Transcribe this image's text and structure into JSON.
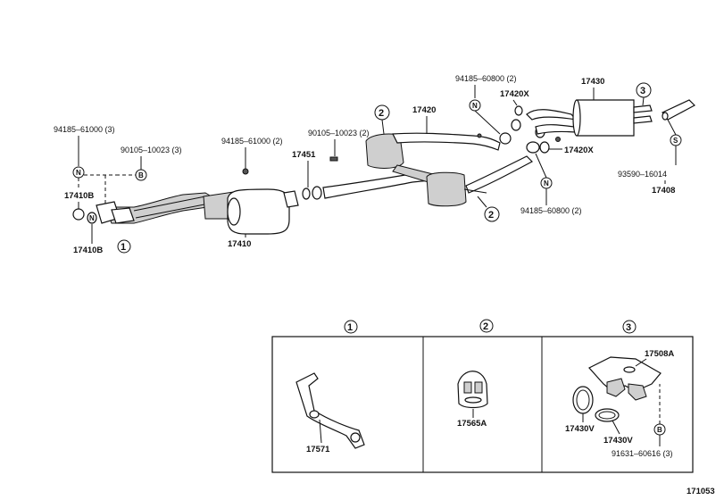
{
  "labels": {
    "p94185_61000_3": "94185–61000 (3)",
    "p90105_10023_3": "90105–10023 (3)",
    "p94185_61000_2": "94185–61000 (2)",
    "p90105_10023_2": "90105–10023 (2)",
    "p17410B_a": "17410B",
    "p17410B_b": "17410B",
    "p17410": "17410",
    "p17451": "17451",
    "p17420": "17420",
    "p94185_60800_top": "94185–60800 (2)",
    "p17420X_a": "17420X",
    "p17420X_b": "17420X",
    "p94185_60800_bot": "94185–60800 (2)",
    "p17430": "17430",
    "p93590_16014": "93590–16014",
    "p17408": "17408",
    "p17571": "17571",
    "p17565A": "17565A",
    "p17508A": "17508A",
    "p17430V_a": "17430V",
    "p17430V_b": "17430V",
    "p91631_60616": "91631–60616 (3)",
    "diagram_id": "171053"
  },
  "symbols": {
    "N": "N",
    "B": "B",
    "S": "S"
  },
  "callouts": {
    "one": "1",
    "two": "2",
    "three": "3"
  }
}
